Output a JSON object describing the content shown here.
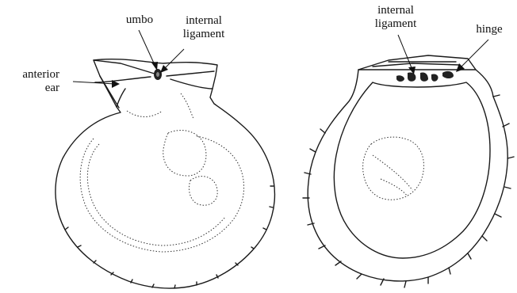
{
  "labels": {
    "umbo": "umbo",
    "internal_ligament_left_line1": "internal",
    "internal_ligament_left_line2": "ligament",
    "anterior_ear_line1": "anterior",
    "anterior_ear_line2": "ear",
    "internal_ligament_right_line1": "internal",
    "internal_ligament_right_line2": "ligament",
    "hinge": "hinge"
  }
}
